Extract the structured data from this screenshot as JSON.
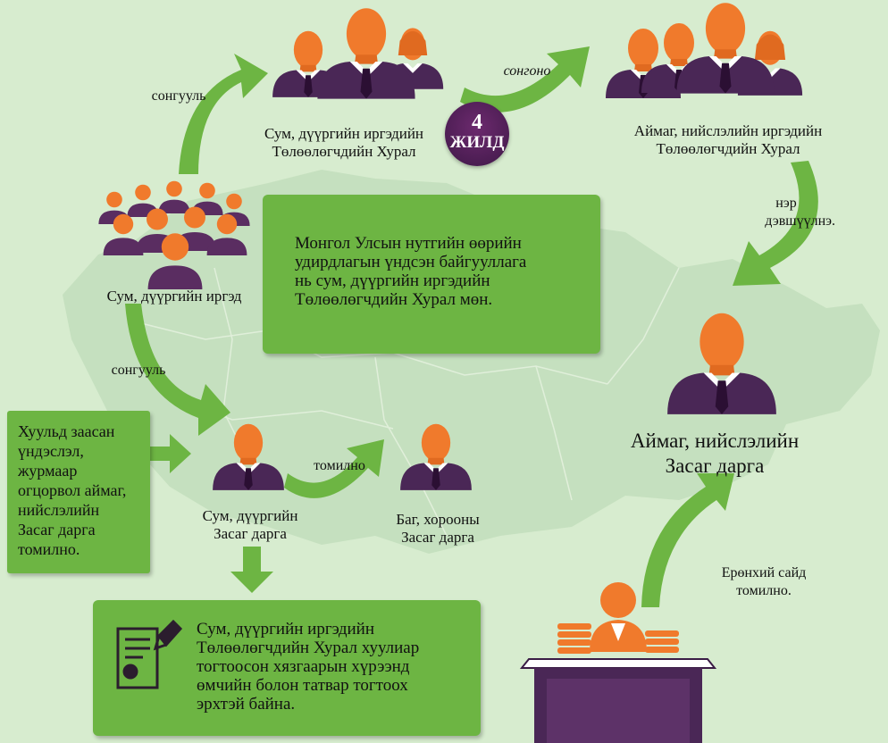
{
  "colors": {
    "background": "#d7eccf",
    "map": "#c3dfbc",
    "green": "#6db543",
    "person_head": "#f07a2c",
    "person_body": "#4a2756",
    "badge": "#5a2460"
  },
  "nodes": {
    "sum_khural": {
      "line1": "Сум, дүүргийн иргэдийн",
      "line2": "Төлөөлөгчдийн Хурал"
    },
    "aimag_khural": {
      "line1": "Аймаг, нийслэлийн иргэдийн",
      "line2": "Төлөөлөгчдийн Хурал"
    },
    "sum_citizens": "Сум, дүүргийн иргэд",
    "aimag_governor": {
      "line1": "Аймаг, нийслэлийн",
      "line2": "Засаг дарга"
    },
    "sum_governor": {
      "line1": "Сум, дүүргийн",
      "line2": "Засаг дарга"
    },
    "bag_governor": {
      "line1": "Баг, хорооны",
      "line2": "Засаг дарга"
    }
  },
  "badge": {
    "number": "4",
    "unit": "жилд"
  },
  "edges": {
    "elect_top": "сонгууль",
    "elect_mid": "сонгууль",
    "selects": "сонгоно",
    "nominates": {
      "line1": "нэр",
      "line2": "дэвшүүлнэ."
    },
    "appoints": "томилно",
    "pm_appoints": {
      "line1": "Ерөнхий сайд",
      "line2": "томилно."
    }
  },
  "boxes": {
    "center": {
      "lines": [
        "Монгол Улсын нутгийн өөрийн",
        "удирдлагын үндсэн байгууллага",
        "нь сум, дүүргийн иргэдийн",
        "Төлөөлөгчдийн Хурал мөн."
      ]
    },
    "left": {
      "lines": [
        "Хуульд заасан",
        "үндэслэл,",
        "журмаар",
        "огцорвол аймаг,",
        "нийслэлийн",
        "Засаг дарга",
        "томилно."
      ]
    },
    "bottom": {
      "lines": [
        "Сум, дүүргийн иргэдийн",
        "Төлөөлөгчдийн Хурал хуулиар",
        "тогтоосон хязгаарын хүрээнд",
        "өмчийн болон татвар тогтоох",
        "эрхтэй байна."
      ]
    }
  }
}
